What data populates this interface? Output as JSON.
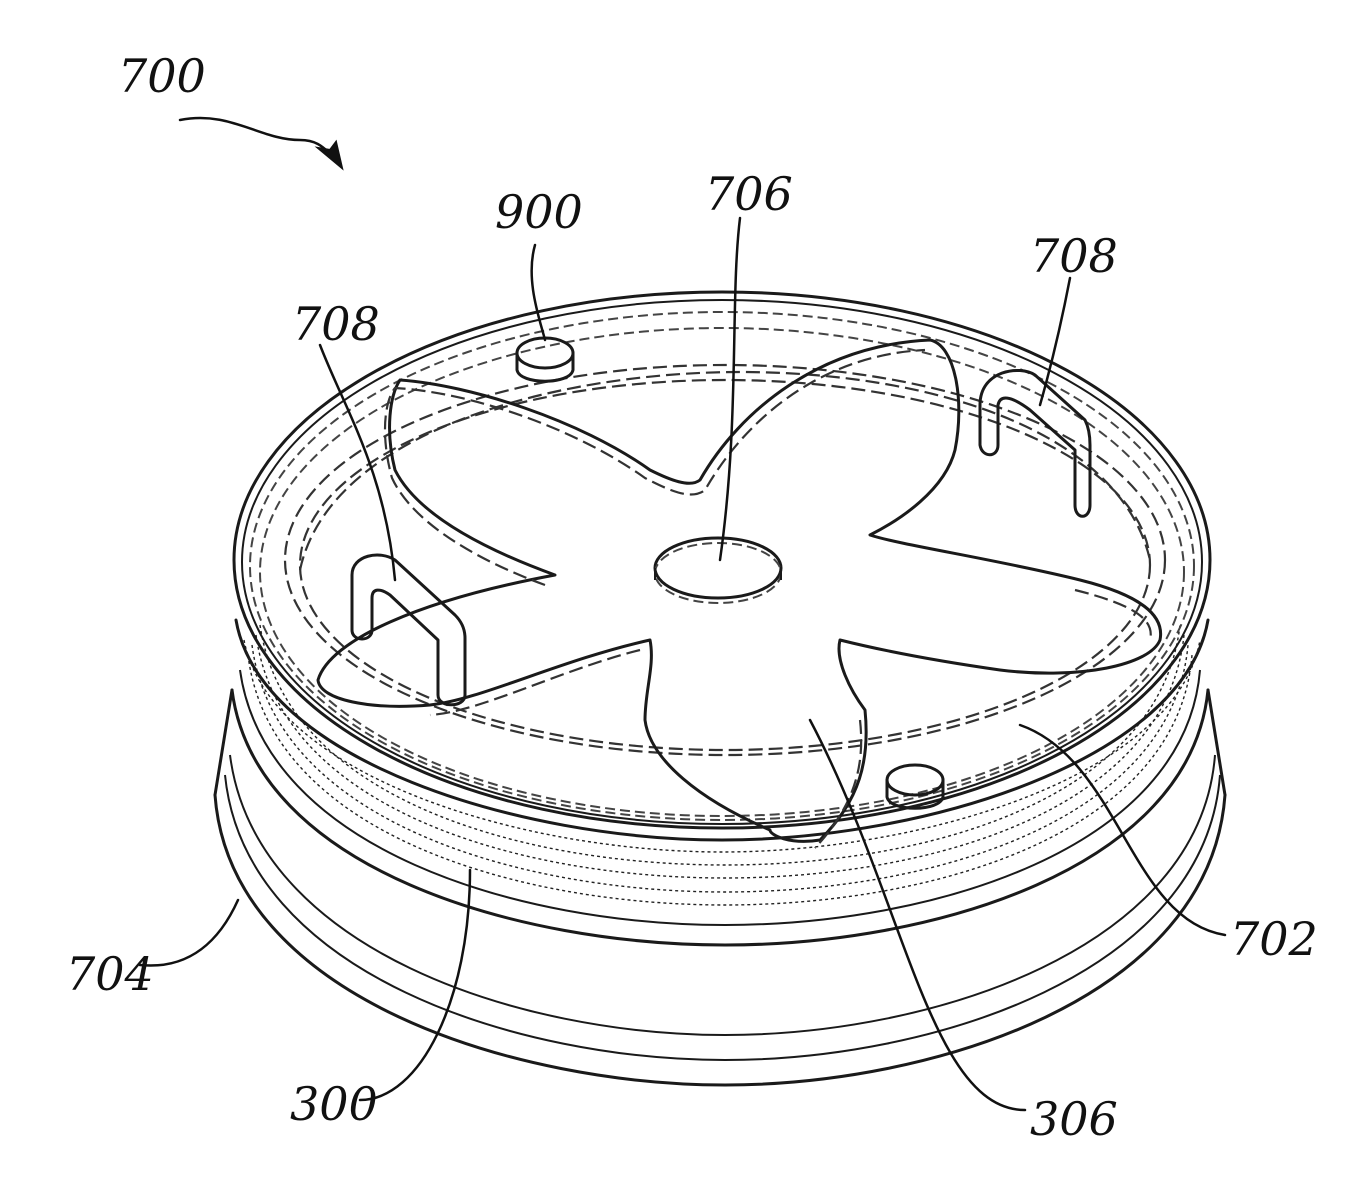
{
  "figure": {
    "labels": {
      "assembly": "700",
      "pin_top": "900",
      "center_opening": "706",
      "slot_right": "708",
      "slot_left": "708",
      "lower_rim": "704",
      "base": "300",
      "blade": "306",
      "top_surface": "702"
    }
  }
}
